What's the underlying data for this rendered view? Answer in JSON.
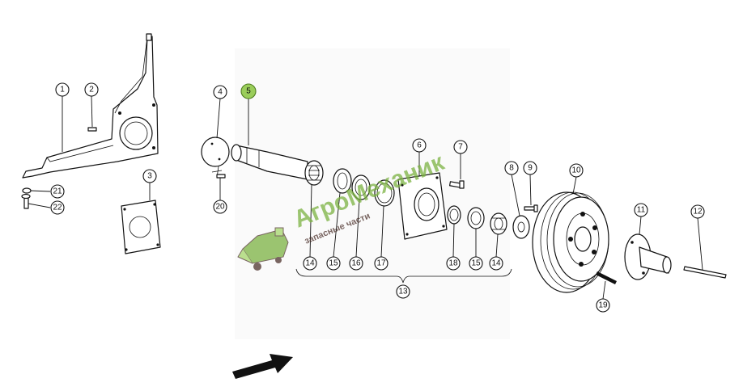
{
  "diagram": {
    "highlighted_callout": "5",
    "highlight_color": "#9acd5a",
    "arrow_direction": "right"
  },
  "callouts": [
    {
      "id": "c1",
      "label": "1"
    },
    {
      "id": "c2",
      "label": "2"
    },
    {
      "id": "c3",
      "label": "3"
    },
    {
      "id": "c4",
      "label": "4"
    },
    {
      "id": "c5",
      "label": "5"
    },
    {
      "id": "c6",
      "label": "6"
    },
    {
      "id": "c7",
      "label": "7"
    },
    {
      "id": "c8",
      "label": "8"
    },
    {
      "id": "c9",
      "label": "9"
    },
    {
      "id": "c10",
      "label": "10"
    },
    {
      "id": "c11",
      "label": "11"
    },
    {
      "id": "c12",
      "label": "12"
    },
    {
      "id": "c13",
      "label": "13"
    },
    {
      "id": "c14a",
      "label": "14"
    },
    {
      "id": "c15a",
      "label": "15"
    },
    {
      "id": "c16",
      "label": "16"
    },
    {
      "id": "c17",
      "label": "17"
    },
    {
      "id": "c18",
      "label": "18"
    },
    {
      "id": "c15b",
      "label": "15"
    },
    {
      "id": "c14b",
      "label": "14"
    },
    {
      "id": "c19",
      "label": "19"
    },
    {
      "id": "c20",
      "label": "20"
    },
    {
      "id": "c21",
      "label": "21"
    },
    {
      "id": "c22",
      "label": "22"
    }
  ],
  "watermark": {
    "brand": "АгроМеханик",
    "tagline": "запасные части",
    "brand_color": "#7cb342",
    "accent_color": "#4e342e"
  }
}
